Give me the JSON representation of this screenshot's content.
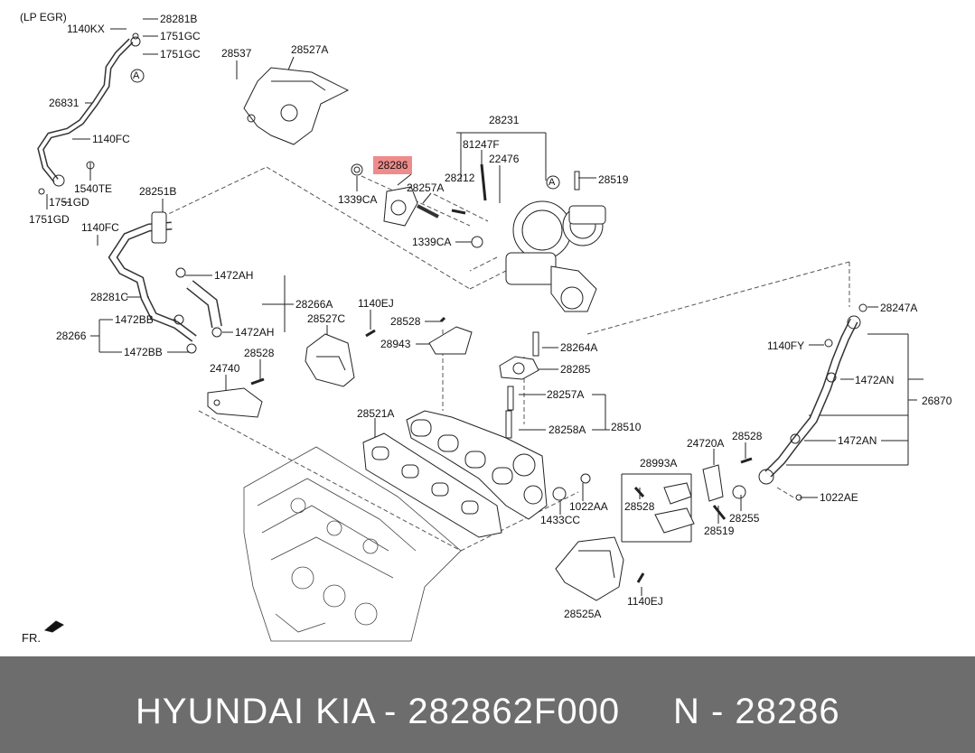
{
  "diagram": {
    "title_note": "(LP EGR)",
    "front_marker": "FR.",
    "ref_marker": "A",
    "labels": {
      "l1140KX": "1140KX",
      "l28281B": "28281B",
      "l1751GC_a": "1751GC",
      "l1751GC_b": "1751GC",
      "l28537": "28537",
      "l28527A": "28527A",
      "l26831": "26831",
      "l1140FC_a": "1140FC",
      "l1540TE": "1540TE",
      "l1751GD_a": "1751GD",
      "l1751GD_b": "1751GD",
      "l28251B": "28251B",
      "l1140FC_b": "1140FC",
      "l1472AH_a": "1472AH",
      "l28281C": "28281C",
      "l28266A": "28266A",
      "l1472AH_b": "1472AH",
      "l1472BB_a": "1472BB",
      "l28266": "28266",
      "l1472BB_b": "1472BB",
      "l24740": "24740",
      "l28528_a": "28528",
      "l28527C": "28527C",
      "l1140EJ_a": "1140EJ",
      "l28528_b": "28528",
      "l28943": "28943",
      "l28231": "28231",
      "l81247F": "81247F",
      "l22476": "22476",
      "l28286": "28286",
      "l28212": "28212",
      "l28257A_a": "28257A",
      "l1339CA_a": "1339CA",
      "l1339CA_b": "1339CA",
      "l28519_a": "28519",
      "l28264A": "28264A",
      "l28285": "28285",
      "l28257A_b": "28257A",
      "l28258A": "28258A",
      "l28510": "28510",
      "l28521A": "28521A",
      "l1022AA": "1022AA",
      "l1433CC": "1433CC",
      "l28993A": "28993A",
      "l28528_c": "28528",
      "l24720A": "24720A",
      "l28528_d": "28528",
      "l28519_b": "28519",
      "l28255": "28255",
      "l1022AE": "1022AE",
      "l28247A": "28247A",
      "l1140FY": "1140FY",
      "l1472AN_a": "1472AN",
      "l26870": "26870",
      "l1472AN_b": "1472AN",
      "l28525A": "28525A",
      "l1140EJ_b": "1140EJ"
    }
  },
  "footer": {
    "brand": "HYUNDAI  KIA",
    "part_number": "- 282862F000",
    "ref_text": "N - 28286"
  },
  "colors": {
    "highlight": "#f08b8b",
    "footer_bg": "#6d6d6d",
    "footer_text": "#ffffff"
  }
}
